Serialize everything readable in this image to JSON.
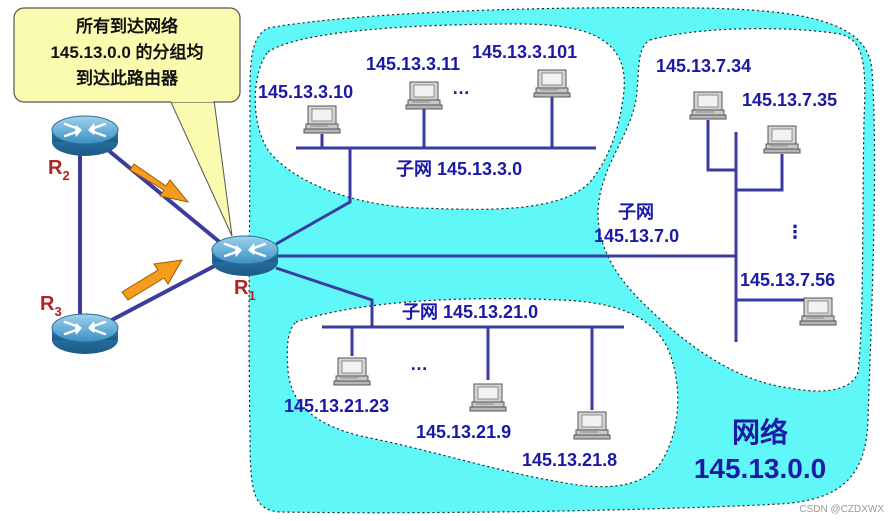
{
  "callout": {
    "line1": "所有到达网络",
    "line2": "145.13.0.0 的分组均",
    "line3": "到达此路由器"
  },
  "routers": {
    "r1": "R",
    "r1_sub": "1",
    "r2": "R",
    "r2_sub": "2",
    "r3": "R",
    "r3_sub": "3"
  },
  "subnet_3": {
    "label": "子网 145.13.3.0",
    "hosts": [
      "145.13.3.10",
      "145.13.3.11",
      "145.13.3.101"
    ],
    "ellipsis": "…"
  },
  "subnet_7": {
    "label_line1": "子网",
    "label_line2": "145.13.7.0",
    "hosts": [
      "145.13.7.34",
      "145.13.7.35",
      "145.13.7.56"
    ],
    "ellipsis": "⋮"
  },
  "subnet_21": {
    "label": "子网 145.13.21.0",
    "hosts": [
      "145.13.21.23",
      "145.13.21.9",
      "145.13.21.8"
    ],
    "ellipsis": "…"
  },
  "network": {
    "label_line1": "网络",
    "label_line2": "145.13.0.0"
  },
  "watermark": "CSDN @CZDXWX",
  "colors": {
    "network_fill": "#5ff7f7",
    "subnet_fill": "#ffffff",
    "link": "#3b3ba0",
    "text_blue": "#1a1aa6",
    "router_label": "#b22222",
    "callout_fill": "#fbfbb0",
    "arrow": "#f39c1e"
  }
}
